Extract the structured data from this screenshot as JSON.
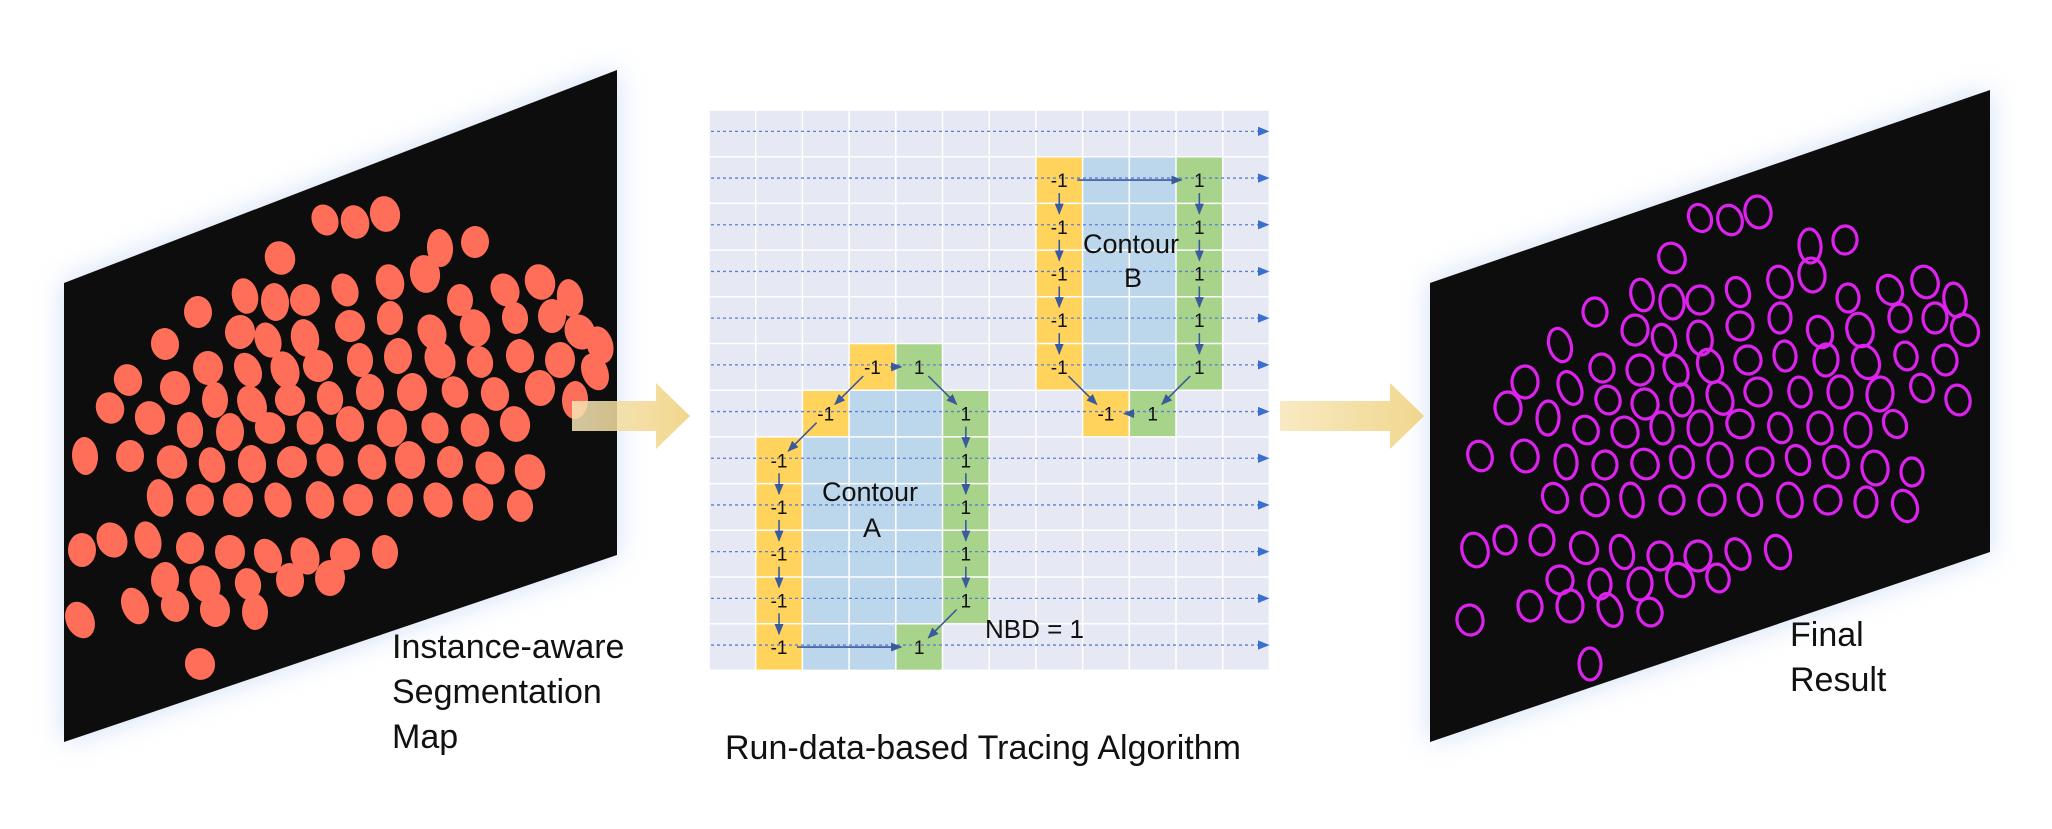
{
  "captions": {
    "segmentation_map": [
      "Instance-aware",
      "Segmentation",
      "Map"
    ],
    "tracing_algorithm": "Run-data-based Tracing Algorithm",
    "final_result": [
      "Final",
      "Result"
    ]
  },
  "contours": {
    "a": {
      "label_line1": "Contour",
      "label_line2": "A"
    },
    "b": {
      "label_line1": "Contour",
      "label_line2": "B"
    }
  },
  "nbd_label": "NBD = 1",
  "cell_values": {
    "negative": "-1",
    "positive": "1"
  },
  "colors": {
    "panel_background": "#0d0d0d",
    "segment_fill": "#ff6e58",
    "contour_stroke": "#dd22ee",
    "grid_background": "#e6e9f3",
    "grid_line": "#ffffff",
    "left_edge_cell": "#ffd35c",
    "right_edge_cell": "#a8d38a",
    "interior_cell": "#bcd6ec",
    "trace_arrow": "#3a5a9c",
    "flow_arrow": "#efd38a"
  }
}
